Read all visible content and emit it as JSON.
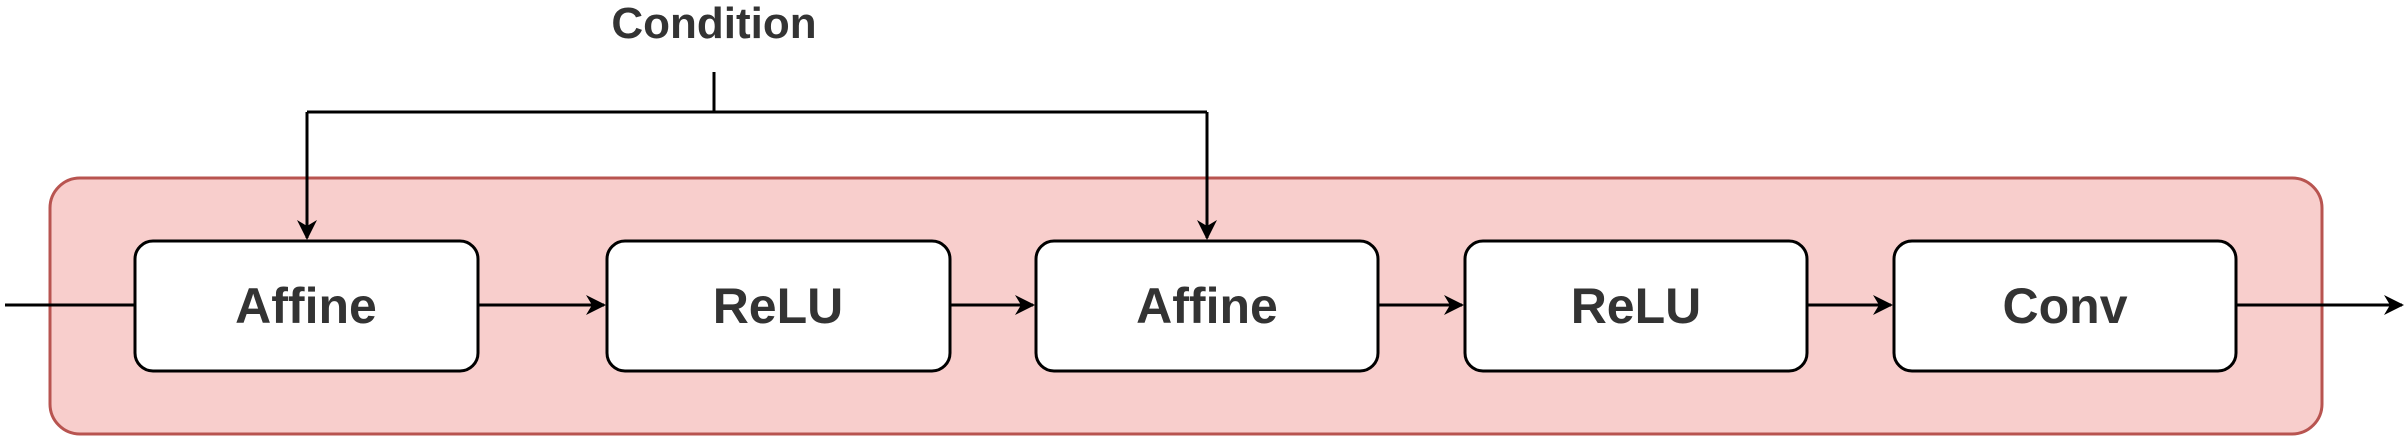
{
  "diagram": {
    "condition_label": "Condition",
    "nodes": [
      {
        "id": "affine-1",
        "label": "Affine"
      },
      {
        "id": "relu-1",
        "label": "ReLU"
      },
      {
        "id": "affine-2",
        "label": "Affine"
      },
      {
        "id": "relu-2",
        "label": "ReLU"
      },
      {
        "id": "conv",
        "label": "Conv"
      }
    ],
    "colors": {
      "group_fill": "#f8cecc",
      "group_stroke": "#b85450",
      "node_fill": "#ffffff",
      "node_stroke": "#000000",
      "edge": "#000000",
      "text": "#333333"
    }
  }
}
